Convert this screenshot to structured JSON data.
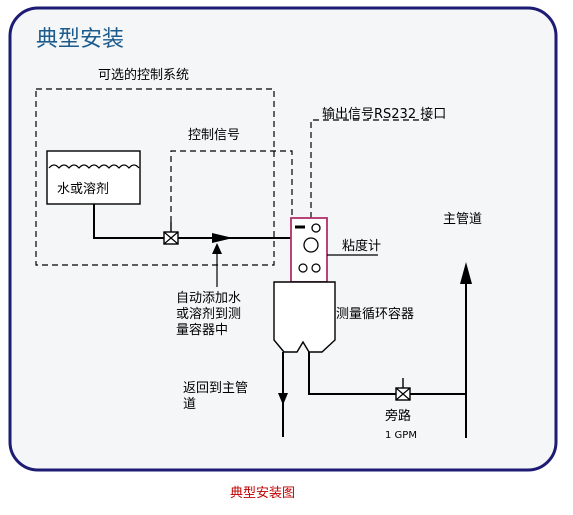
{
  "title": "典型安装",
  "caption": "典型安装图",
  "labels": {
    "optional_control": "可选的控制系统",
    "control_signal": "控制信号",
    "output_signal": "输出信号RS232 接口",
    "water_solvent": "水或溶剂",
    "viscometer": "粘度计",
    "main_pipe": "主管道",
    "auto_add_1": "自动添加水",
    "auto_add_2": "或溶剂到测",
    "auto_add_3": "量容器中",
    "measure_vessel": "测量循环容器",
    "return_1": "返回到主管",
    "return_2": "道",
    "bypass": "旁路",
    "bypass_flow": "1 GPM"
  },
  "colors": {
    "frame": "#1d1b74",
    "title": "#1d5b8c",
    "caption": "#c00000",
    "viscometer_outline": "#b0306a"
  },
  "icons": [
    "valve-icon",
    "flow-arrow-icon"
  ]
}
